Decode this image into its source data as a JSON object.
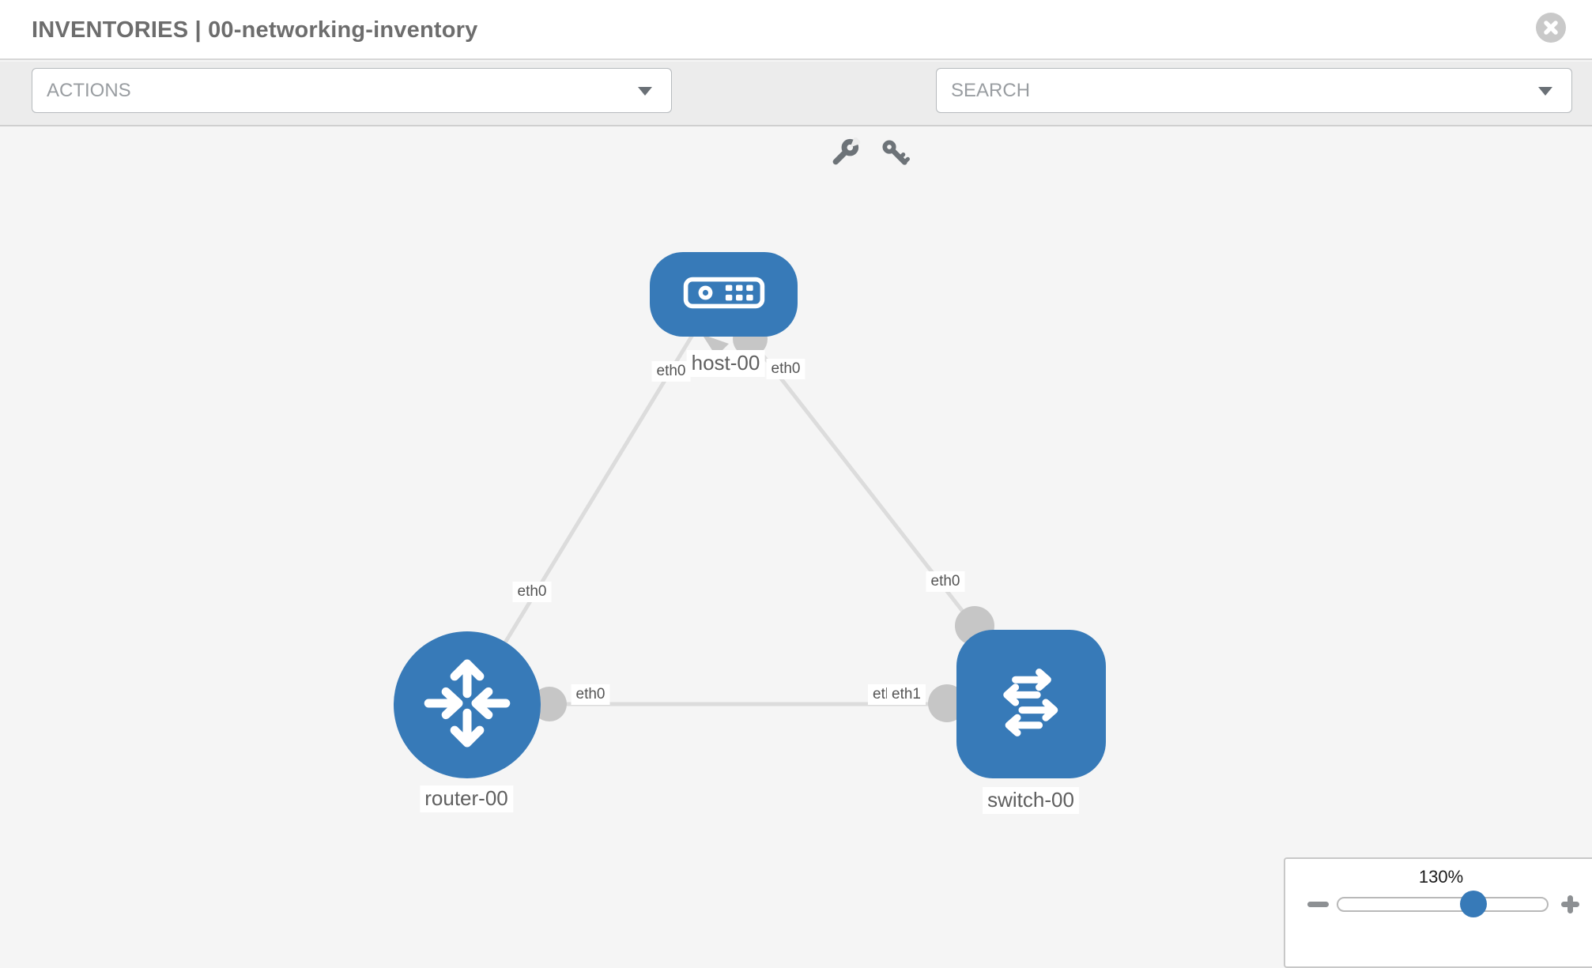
{
  "header": {
    "title": "INVENTORIES | 00-networking-inventory",
    "close_icon": "close-icon"
  },
  "toolbar": {
    "actions_label": "ACTIONS",
    "search_placeholder": "SEARCH",
    "icons": [
      "wrench-icon",
      "key-icon"
    ]
  },
  "topology": {
    "nodes": [
      {
        "name": "host-00",
        "type": "host"
      },
      {
        "name": "router-00",
        "type": "router"
      },
      {
        "name": "switch-00",
        "type": "switch"
      }
    ],
    "links": [
      {
        "from": "host-00",
        "from_interface": "eth0",
        "to": "router-00",
        "to_interface": "eth0"
      },
      {
        "from": "host-00",
        "from_interface": "eth0",
        "to": "switch-00",
        "to_interface": "eth0"
      },
      {
        "from": "router-00",
        "from_interface": "eth0",
        "to": "switch-00",
        "to_interface": "eth1",
        "to_interface_overlapped": "eth0"
      }
    ]
  },
  "zoom_control": {
    "level": "130%",
    "minus_icon": "minus-icon",
    "plus_icon": "plus-icon"
  },
  "colors": {
    "node_blue": "#377ab8",
    "link_gray": "#dcdcdc",
    "endpoint_gray": "#c6c6c6",
    "canvas_bg": "#f5f5f5",
    "toolbar_bg": "#ececec"
  }
}
